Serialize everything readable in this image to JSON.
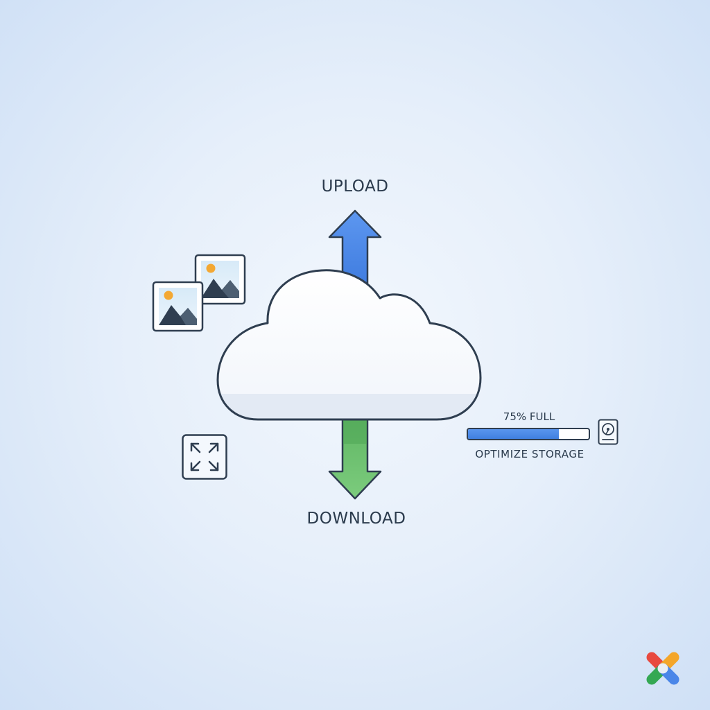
{
  "labels": {
    "upload": "UPLOAD",
    "download": "DOWNLOAD"
  },
  "storage": {
    "usage_text": "75% FULL",
    "fill_percent": 75,
    "action_label": "OPTIMIZE STORAGE"
  },
  "icons": {
    "cloud": "cloud-icon",
    "upload_arrow": "arrow-up-icon",
    "download_arrow": "arrow-down-icon",
    "photos": "image-icon",
    "expand": "expand-icon",
    "drive": "hard-drive-icon",
    "logo": "logo-icon"
  },
  "colors": {
    "upload_arrow": "#4a86e8",
    "download_arrow": "#6cc36e",
    "progress_fill": "#4a86e8",
    "outline": "#2f3e50",
    "sun": "#f3a833",
    "mountain": "#2f3e50",
    "logo_red": "#e8493f",
    "logo_orange": "#f4a62a",
    "logo_green": "#34a853",
    "logo_blue": "#4a86e8"
  }
}
